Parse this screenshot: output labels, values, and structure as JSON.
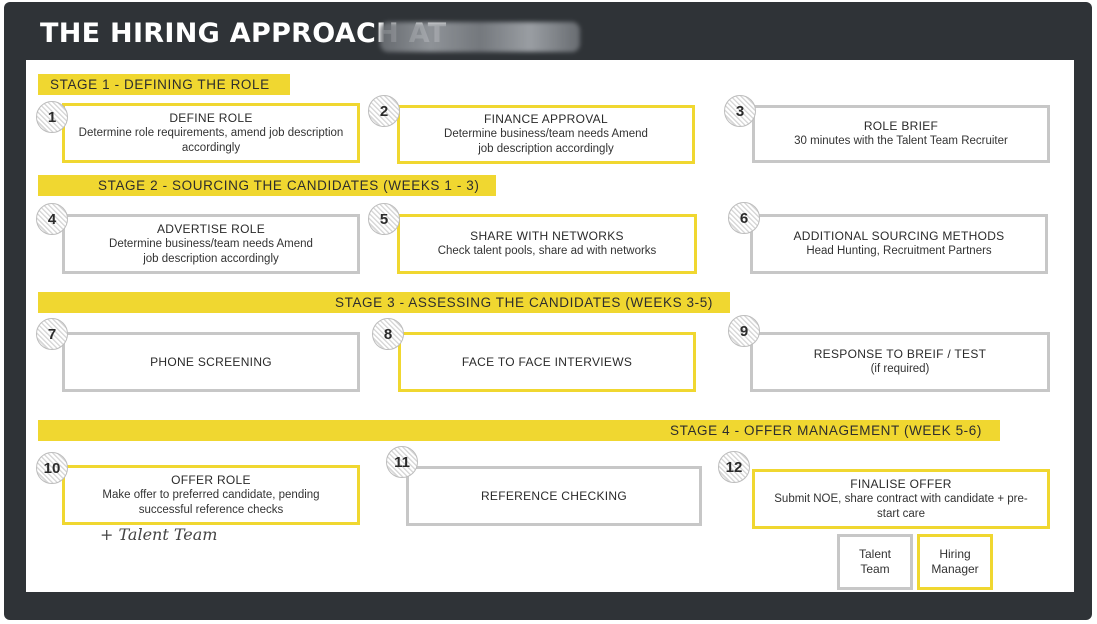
{
  "title": "THE HIRING APPROACH AT",
  "stages": [
    {
      "label": "STAGE 1 - DEFINING THE ROLE"
    },
    {
      "label": "STAGE 2 - SOURCING THE CANDIDATES (WEEKS 1 - 3)"
    },
    {
      "label": "STAGE 3 - ASSESSING THE CANDIDATES (WEEKS 3-5)"
    },
    {
      "label": "STAGE 4 - OFFER MANAGEMENT (WEEK 5-6)"
    }
  ],
  "steps": [
    {
      "num": "1",
      "title": "DEFINE ROLE",
      "desc": "Determine role requirements, amend job description accordingly",
      "owner": "Hiring Manager"
    },
    {
      "num": "2",
      "title": "FINANCE APPROVAL",
      "desc": "Determine business/team needs Amend job description accordingly",
      "owner": "Hiring Manager"
    },
    {
      "num": "3",
      "title": "ROLE BRIEF",
      "desc": "30 minutes with the Talent Team Recruiter",
      "owner": "Talent Team"
    },
    {
      "num": "4",
      "title": "ADVERTISE ROLE",
      "desc": "Determine business/team needs Amend job description accordingly",
      "owner": "Talent Team"
    },
    {
      "num": "5",
      "title": "SHARE WITH NETWORKS",
      "desc": "Check talent pools, share ad with networks",
      "owner": "Hiring Manager"
    },
    {
      "num": "6",
      "title": "ADDITIONAL SOURCING METHODS",
      "desc": "Head Hunting, Recruitment Partners",
      "owner": "Talent Team"
    },
    {
      "num": "7",
      "title": "PHONE SCREENING",
      "desc": "",
      "owner": "Talent Team"
    },
    {
      "num": "8",
      "title": "FACE TO FACE INTERVIEWS",
      "desc": "",
      "owner": "Hiring Manager"
    },
    {
      "num": "9",
      "title": "RESPONSE TO BREIF / TEST",
      "desc": "(if required)",
      "owner": "Talent Team"
    },
    {
      "num": "10",
      "title": "OFFER ROLE",
      "desc": "Make offer to preferred candidate, pending successful reference checks",
      "owner": "Hiring Manager"
    },
    {
      "num": "11",
      "title": "REFERENCE CHECKING",
      "desc": "",
      "owner": "Talent Team"
    },
    {
      "num": "12",
      "title": "FINALISE OFFER",
      "desc": "Submit NOE, share contract with candidate + pre-start care",
      "owner": "Hiring Manager"
    }
  ],
  "legend": {
    "talent_team": "Talent Team",
    "hiring_manager": "Hiring Manager"
  },
  "handwritten_note": "+ Talent Team",
  "colors": {
    "hiring_manager": "#f0d730",
    "talent_team": "#c7c7c7",
    "frame": "#2f3337"
  }
}
